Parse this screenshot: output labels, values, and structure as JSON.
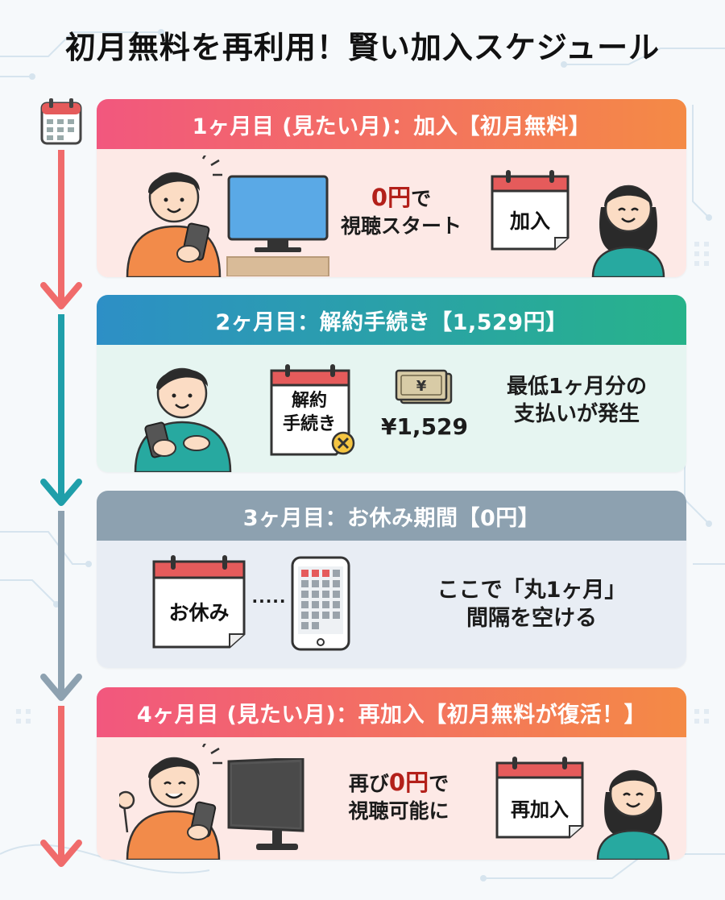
{
  "title": "初月無料を再利用！賢い加入スケジュール",
  "colors": {
    "month1": "#f2577e",
    "month2": "#2d8fc6",
    "month3": "#8da1b0",
    "month4": "#f2577e"
  },
  "steps": [
    {
      "header": "1ヶ月目 (見たい月)：加入【初月無料】",
      "highlight": "0円",
      "text_suffix": "で",
      "text_line2": "視聴スタート",
      "calendar_label": "加入",
      "icons": [
        "man-phone-icon",
        "tv-icon",
        "calendar-icon",
        "woman-icon"
      ]
    },
    {
      "header": "2ヶ月目：解約手続き【1,529円】",
      "calendar_line1": "解約",
      "calendar_line2": "手続き",
      "yen_symbol": "¥",
      "amount": "¥1,529",
      "note_line1": "最低1ヶ月分の",
      "note_line2": "支払いが発生",
      "icons": [
        "man-phone-icon",
        "calendar-cancel-icon",
        "banknote-icon"
      ]
    },
    {
      "header": "3ヶ月目：お休み期間【0円】",
      "calendar_label": "お休み",
      "dots": "·····",
      "note_line1": "ここで「丸1ヶ月」",
      "note_line2": "間隔を空ける",
      "icons": [
        "calendar-icon",
        "phone-calendar-icon"
      ]
    },
    {
      "header": "4ヶ月目 (見たい月)：再加入【初月無料が復活！】",
      "text_prefix": "再び",
      "highlight": "0円",
      "text_suffix": "で",
      "text_line2": "視聴可能に",
      "calendar_label": "再加入",
      "icons": [
        "man-cheer-icon",
        "monitor-icon",
        "calendar-icon",
        "woman-icon"
      ]
    }
  ]
}
